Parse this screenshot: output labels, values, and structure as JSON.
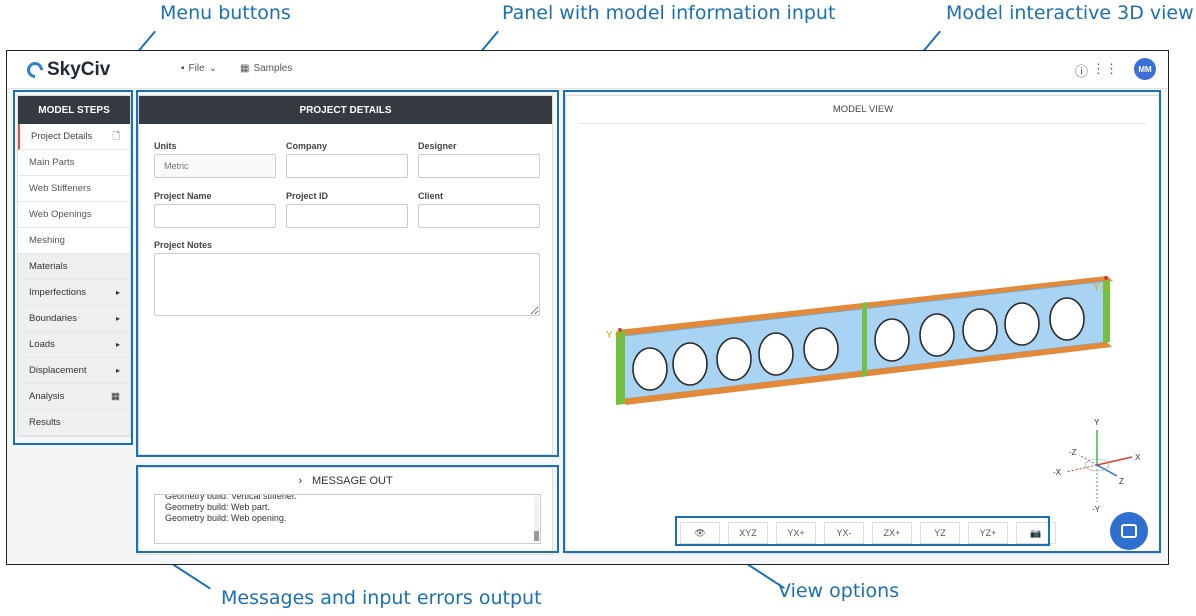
{
  "annotations": {
    "menu_buttons": "Menu buttons",
    "panel_info": "Panel with model information input",
    "model_view": "Model interactive 3D view",
    "messages": "Messages and input errors output",
    "view_options": "View options"
  },
  "topbar": {
    "logo": "SkyCiv",
    "file_label": "File",
    "samples_label": "Samples",
    "avatar_initials": "MM",
    "help_icon": "question-circle-icon",
    "apps_icon": "grid-icon"
  },
  "sidebar": {
    "header": "MODEL STEPS",
    "items": [
      {
        "label": "Project Details",
        "icon": "document-icon"
      },
      {
        "label": "Main Parts"
      },
      {
        "label": "Web Stiffeners"
      },
      {
        "label": "Web Openings"
      },
      {
        "label": "Meshing"
      },
      {
        "label": "Materials"
      },
      {
        "label": "Imperfections",
        "icon": "caret-right-icon"
      },
      {
        "label": "Boundaries",
        "icon": "caret-right-icon"
      },
      {
        "label": "Loads",
        "icon": "caret-right-icon"
      },
      {
        "label": "Displacement",
        "icon": "caret-right-icon"
      },
      {
        "label": "Analysis",
        "icon": "calculator-icon"
      },
      {
        "label": "Results"
      }
    ]
  },
  "details": {
    "header": "PROJECT DETAILS",
    "units_label": "Units",
    "units_placeholder": "Metric",
    "company_label": "Company",
    "designer_label": "Designer",
    "project_name_label": "Project Name",
    "project_id_label": "Project ID",
    "client_label": "Client",
    "notes_label": "Project Notes"
  },
  "message": {
    "header": "MESSAGE OUT",
    "lines": [
      "Geometry build: Vertical stiffener.",
      "Geometry build: Web part.",
      "Geometry build: Web opening."
    ]
  },
  "modelview": {
    "title": "MODEL VIEW",
    "labels": {
      "y_left": "Y 0",
      "y_right": "Y 0"
    },
    "axes": {
      "y": "Y",
      "neg_y": "-Y",
      "x": "X",
      "neg_x": "-X",
      "z": "Z",
      "neg_z": "-Z"
    },
    "buttons": [
      "XYZ",
      "YX+",
      "YX-",
      "ZX+",
      "YZ",
      "YZ+"
    ],
    "eye_icon": "eye-icon",
    "camera_icon": "camera-icon"
  },
  "colors": {
    "accent": "#1a6fb5",
    "header": "#363b42",
    "web": "#a9d3f3",
    "flange": "#e38a3a",
    "stiffener": "#74c043"
  }
}
